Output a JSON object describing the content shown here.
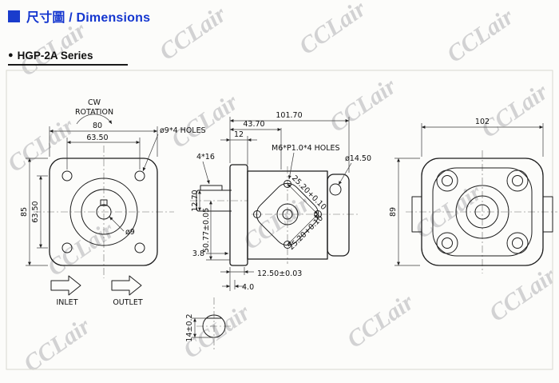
{
  "header": {
    "title": "尺寸圖 / Dimensions"
  },
  "series": {
    "bullet": "●",
    "name": "HGP-2A Series"
  },
  "watermark": {
    "text": "CCLair"
  },
  "front_view": {
    "rotation_top": "CW",
    "rotation_bottom": "ROTATION",
    "dim_width_outer": "80",
    "dim_width_holes": "63.50",
    "holes_note": "ø9*4 HOLES",
    "dim_height_outer": "85",
    "dim_height_holes": "63.50",
    "shaft_dia": "ø9",
    "inlet": "INLET",
    "outlet": "OUTLET"
  },
  "side_view": {
    "dim_overall": "101.70",
    "dim_front": "43.70",
    "dim_flange": "12",
    "key_note": "4*16",
    "thread_note": "M6*P1.0*4 HOLES",
    "port_dia": "ø14.50",
    "shaft_dia": "12.70",
    "center_height": "50.77±0.05",
    "diag_a": "25.20+0.10",
    "diag_b": "25.20+0.10",
    "step": "3.8",
    "pilot": "12.50±0.03",
    "key_depth": "4.0",
    "shaft_flat": "14±0.2"
  },
  "rear_view": {
    "dim_width": "102",
    "dim_height": "89"
  }
}
